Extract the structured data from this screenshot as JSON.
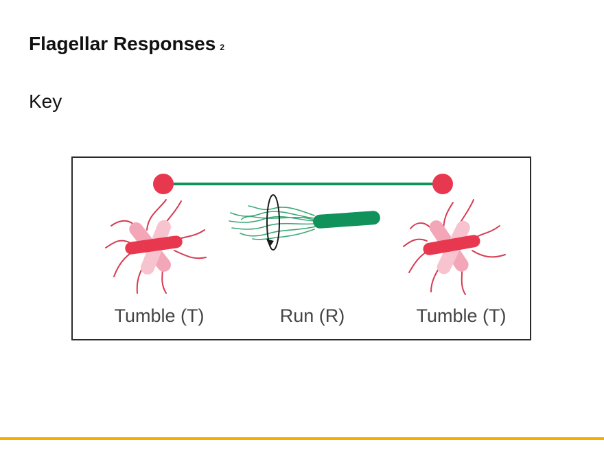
{
  "title": "Flagellar Responses",
  "title_superscript": "2",
  "key_label": "Key",
  "diagram": {
    "labels": {
      "tumble_left": "Tumble (T)",
      "run": "Run (R)",
      "tumble_right": "Tumble (T)"
    },
    "colors": {
      "tumble": "#e8384f",
      "tumble_faded": "#f3a6b7",
      "run": "#10925a",
      "run_flagella": "#3aa874",
      "border": "#2a2a2a"
    }
  },
  "colors": {
    "footer_accent": "#f4b000"
  }
}
